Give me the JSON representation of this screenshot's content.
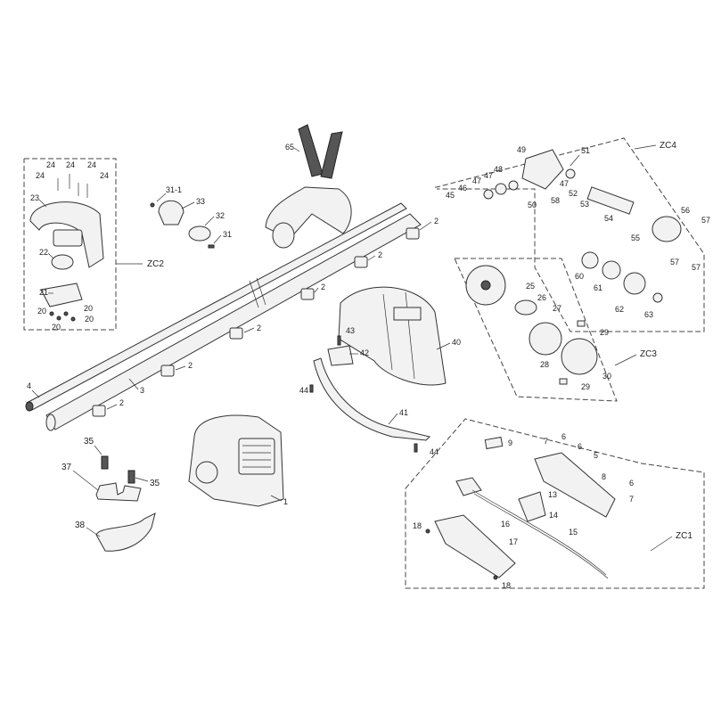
{
  "groups": {
    "zc1": "ZC1",
    "zc2": "ZC2",
    "zc3": "ZC3",
    "zc4": "ZC4"
  },
  "labels": {
    "p1": "1",
    "p2": "2",
    "p3": "3",
    "p4": "4",
    "p5": "5",
    "p6": "6",
    "p7": "7",
    "p8": "8",
    "p9": "9",
    "p13": "13",
    "p14": "14",
    "p15": "15",
    "p16": "16",
    "p17": "17",
    "p18": "18",
    "p20": "20",
    "p21": "21",
    "p22": "22",
    "p23": "23",
    "p24": "24",
    "p25": "25",
    "p26": "26",
    "p27": "27",
    "p28": "28",
    "p29": "29",
    "p30": "30",
    "p31": "31",
    "p31_1": "31-1",
    "p32": "32",
    "p33": "33",
    "p35": "35",
    "p37": "37",
    "p38": "38",
    "p40": "40",
    "p41": "41",
    "p42": "42",
    "p43": "43",
    "p44": "44",
    "p45": "45",
    "p46": "46",
    "p47": "47",
    "p48": "48",
    "p49": "49",
    "p50": "50",
    "p51": "51",
    "p52": "52",
    "p53": "53",
    "p54": "54",
    "p55": "55",
    "p56": "56",
    "p57": "57",
    "p58": "58",
    "p60": "60",
    "p61": "61",
    "p62": "62",
    "p63": "63",
    "p65": "65"
  }
}
